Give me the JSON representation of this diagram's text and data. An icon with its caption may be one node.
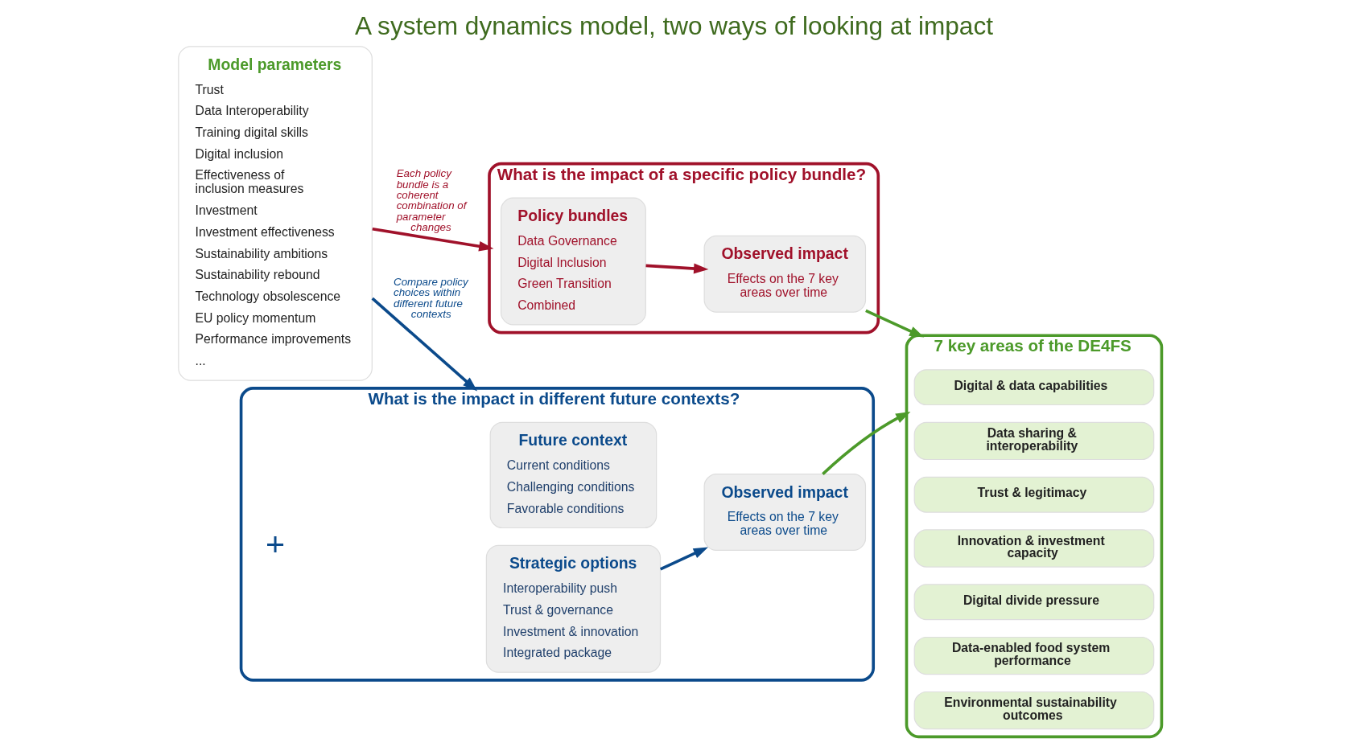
{
  "diagram": {
    "title": "A system dynamics model, two ways of looking at impact",
    "nodes": [
      {
        "text": [
          "Model parameters",
          "Trust",
          "Data Interoperability",
          "Training digital skills",
          "Digital inclusion",
          "Effectiveness of inclusion measures",
          "Investment",
          "Investment effectiveness",
          "Sustainability ambitions",
          "Sustainability rebound",
          "Technology obsolescence",
          "EU policy momentum",
          "Performance improvements",
          "..."
        ]
      },
      {
        "text": [
          "What is the impact of a specific policy bundle?"
        ]
      },
      {
        "text": [
          "Policy bundles",
          "Data Governance",
          "Digital Inclusion",
          "Green Transition",
          "Combined"
        ],
        "in": 1
      },
      {
        "text": [
          "Observed impact",
          "Effects on the 7 key areas over time"
        ],
        "in": 1
      },
      {
        "text": [
          "What is the impact in different future contexts?"
        ]
      },
      {
        "text": [
          "Future context",
          "Current conditions",
          "Challenging conditions",
          "Favorable conditions"
        ],
        "in": 4
      },
      {
        "text": [
          "Strategic options",
          "Interoperability push",
          "Trust & governance",
          "Investment & innovation",
          "Integrated package"
        ],
        "in": 4
      },
      {
        "text": [
          "Observed impact",
          "Effects on the 7 key areas over time"
        ],
        "in": 4
      },
      {
        "text": [
          "7 key areas of the DE4FS"
        ]
      },
      {
        "text": [
          "Digital & data capabilities"
        ],
        "in": 8
      },
      {
        "text": [
          "Data sharing & interoperability"
        ],
        "in": 8
      },
      {
        "text": [
          "Trust & legitimacy"
        ],
        "in": 8
      },
      {
        "text": [
          "Innovation & investment capacity"
        ],
        "in": 8
      },
      {
        "text": [
          "Digital divide pressure"
        ],
        "in": 8
      },
      {
        "text": [
          "Data-enabled food system performance"
        ],
        "in": 8
      },
      {
        "text": [
          "Environmental sustainability outcomes"
        ],
        "in": 8
      }
    ],
    "edges": [
      {
        "from": 0,
        "to": 1,
        "arrow": "to",
        "label": "Each policy bundle is a coherent combination of parameter changes",
        "color": "#a0112a"
      },
      {
        "from": 2,
        "to": 3,
        "arrow": "to",
        "color": "#a0112a"
      },
      {
        "from": 3,
        "to": 8,
        "arrow": "to",
        "color": "#4c9a2a"
      },
      {
        "from": 0,
        "to": 4,
        "arrow": "to",
        "label": "Compare policy choices within different future contexts",
        "color": "#0b4a8b"
      },
      {
        "from": 6,
        "to": 7,
        "arrow": "to",
        "color": "#0b4a8b"
      },
      {
        "from": 7,
        "to": 8,
        "arrow": "to",
        "color": "#4c9a2a"
      }
    ],
    "labels": [
      "+"
    ]
  }
}
